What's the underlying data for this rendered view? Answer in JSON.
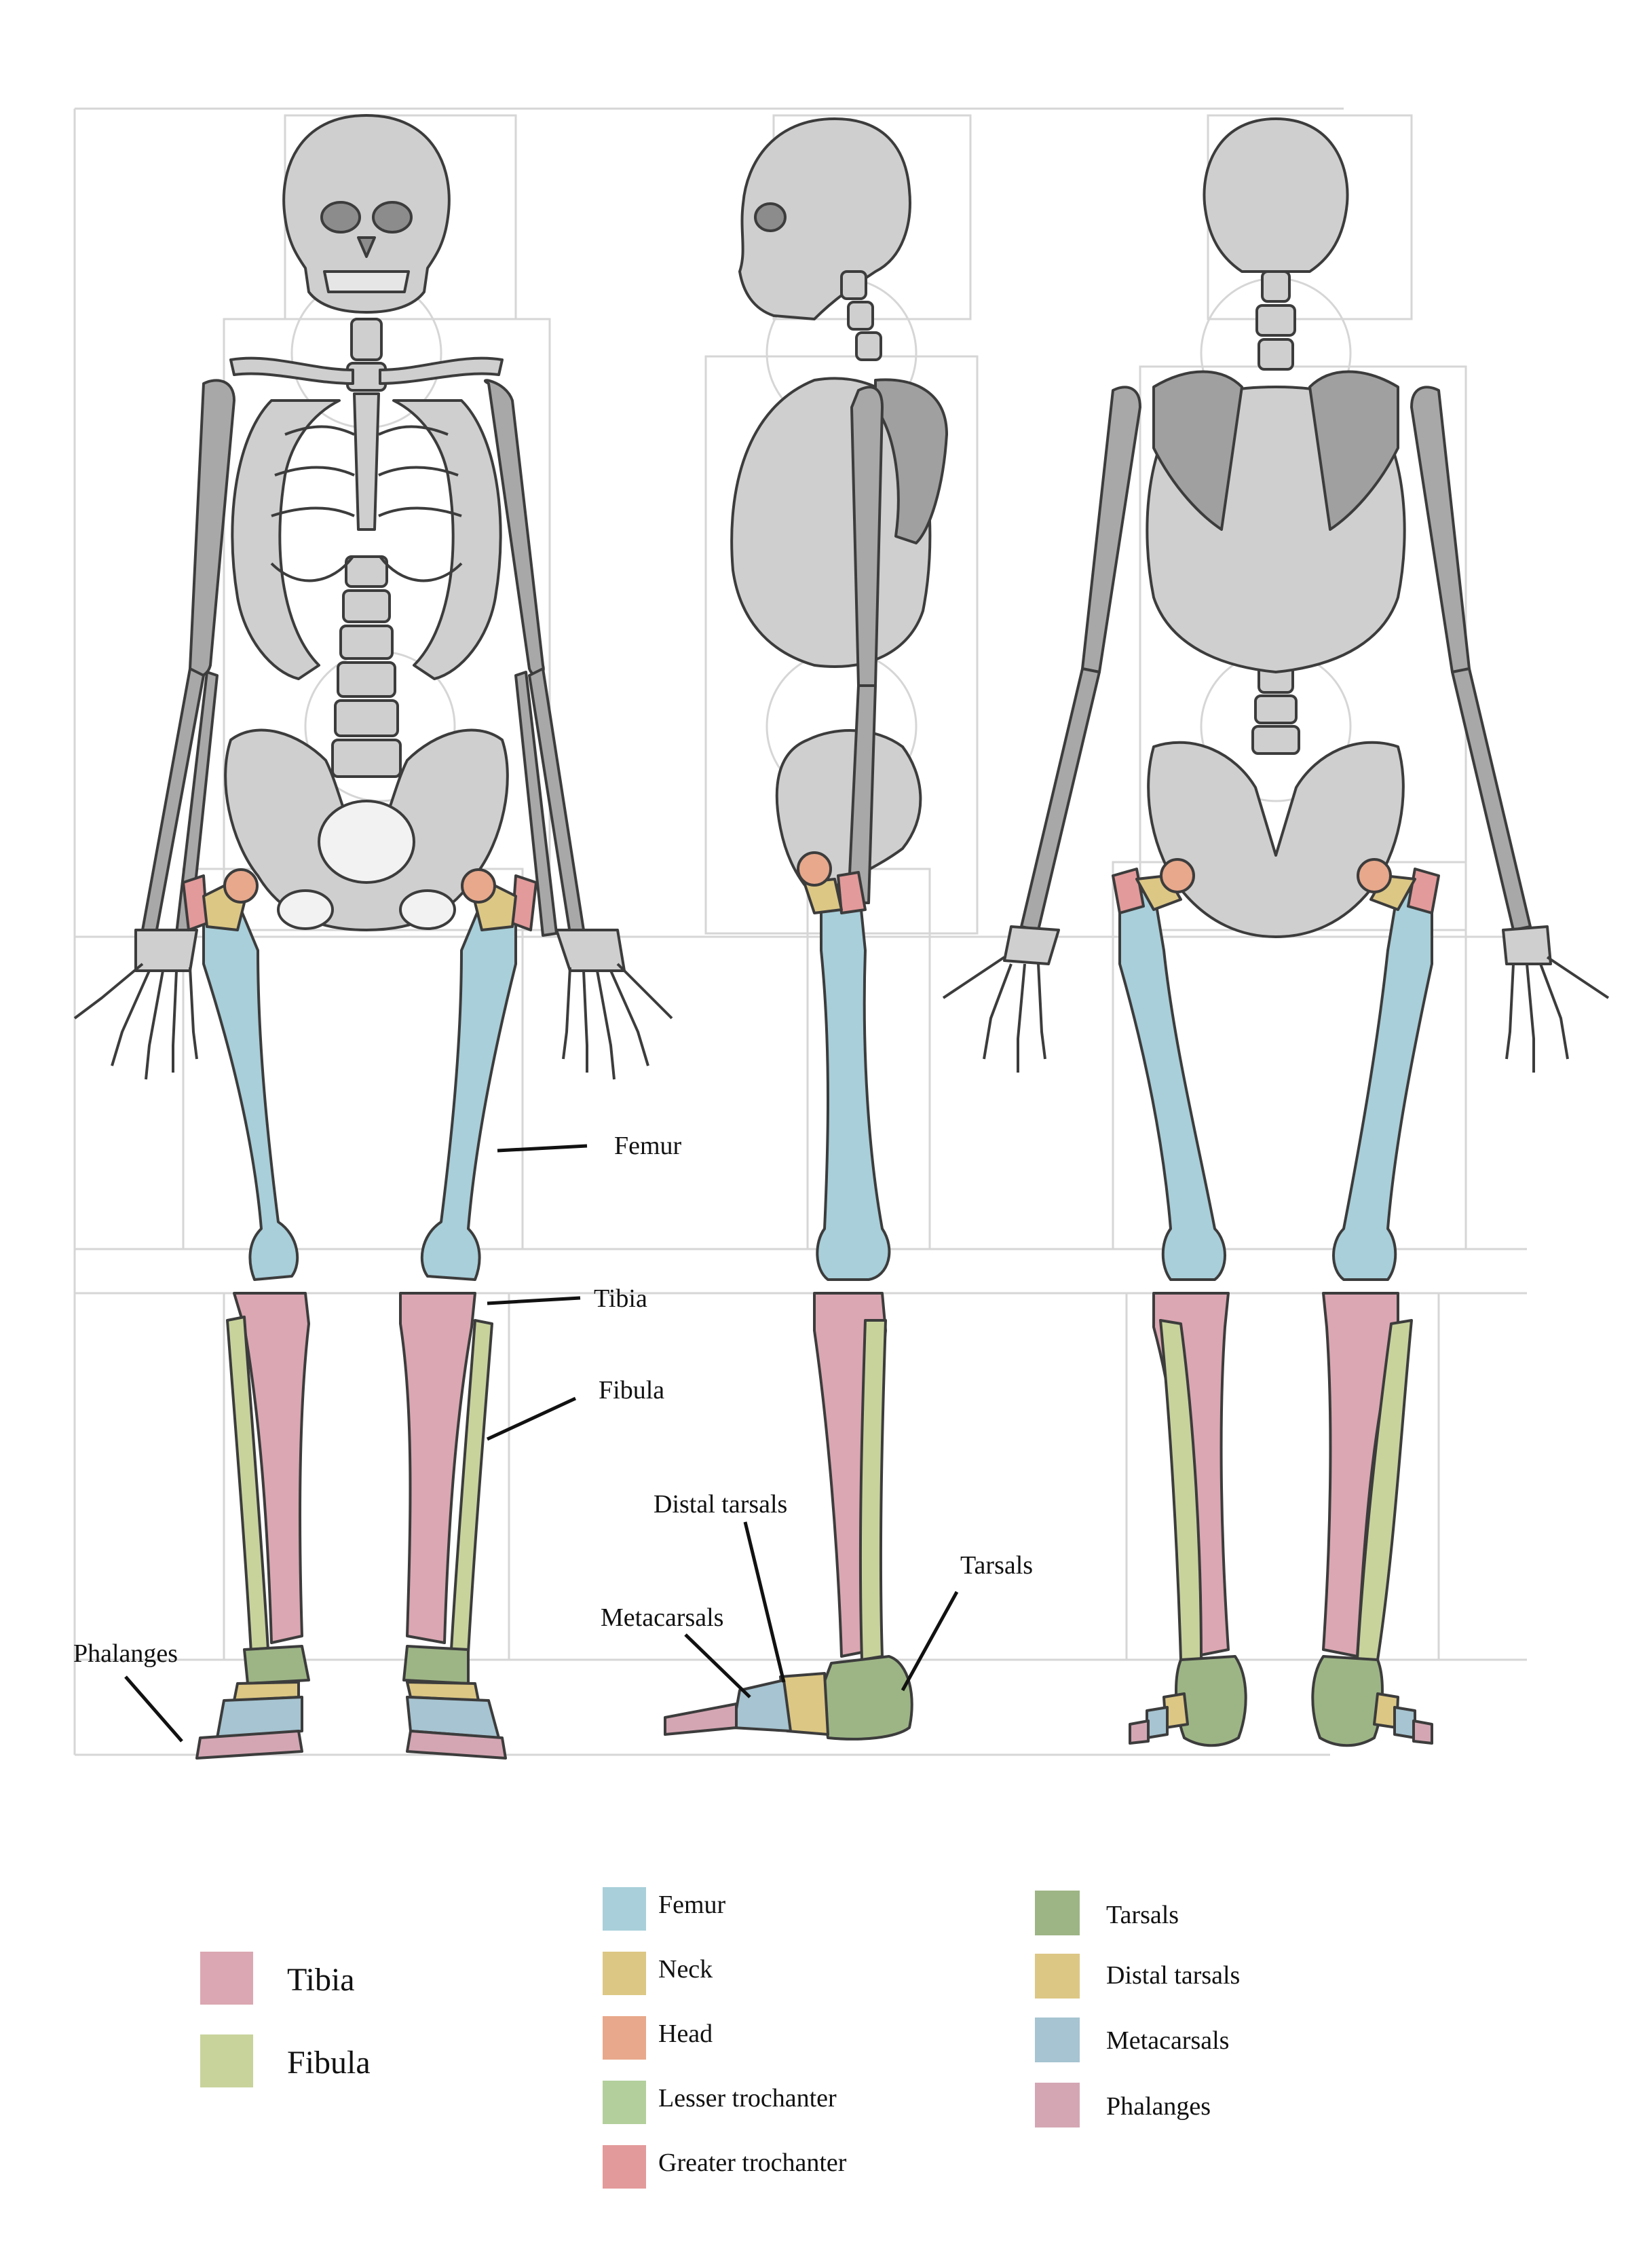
{
  "labels": {
    "femur": "Femur",
    "tibia": "Tibia",
    "fibula": "Fibula",
    "phalanges": "Phalanges",
    "distal_tarsals": "Distal tarsals",
    "metacarsals": "Metacarsals",
    "tarsals": "Tarsals"
  },
  "legend": {
    "group1": [
      {
        "label": "Tibia",
        "color": "#dba7b2"
      },
      {
        "label": "Fibula",
        "color": "#c8d39c"
      }
    ],
    "group2": [
      {
        "label": "Femur",
        "color": "#a8cfda"
      },
      {
        "label": "Neck",
        "color": "#dcc784"
      },
      {
        "label": "Head",
        "color": "#e8a88b"
      },
      {
        "label": "Lesser trochanter",
        "color": "#b3cf9c"
      },
      {
        "label": "Greater trochanter",
        "color": "#e39a9a"
      }
    ],
    "group3": [
      {
        "label": "Tarsals",
        "color": "#9db585"
      },
      {
        "label": "Distal tarsals",
        "color": "#dcc784"
      },
      {
        "label": "Metacarsals",
        "color": "#a6c4d1"
      },
      {
        "label": "Phalanges",
        "color": "#d4a6b3"
      }
    ]
  },
  "colors": {
    "tibia": "#dba7b2",
    "fibula": "#c8d39c",
    "femur": "#a8cfda",
    "neck": "#dcc784",
    "head": "#e8a88b",
    "lesser_trochanter": "#b3cf9c",
    "greater_trochanter": "#e39a9a",
    "tarsals": "#9db585",
    "distal_tarsals": "#dcc784",
    "metacarsals": "#a6c4d1",
    "phalanges": "#d4a6b3",
    "skeleton_grey": "#cfcfcf"
  }
}
